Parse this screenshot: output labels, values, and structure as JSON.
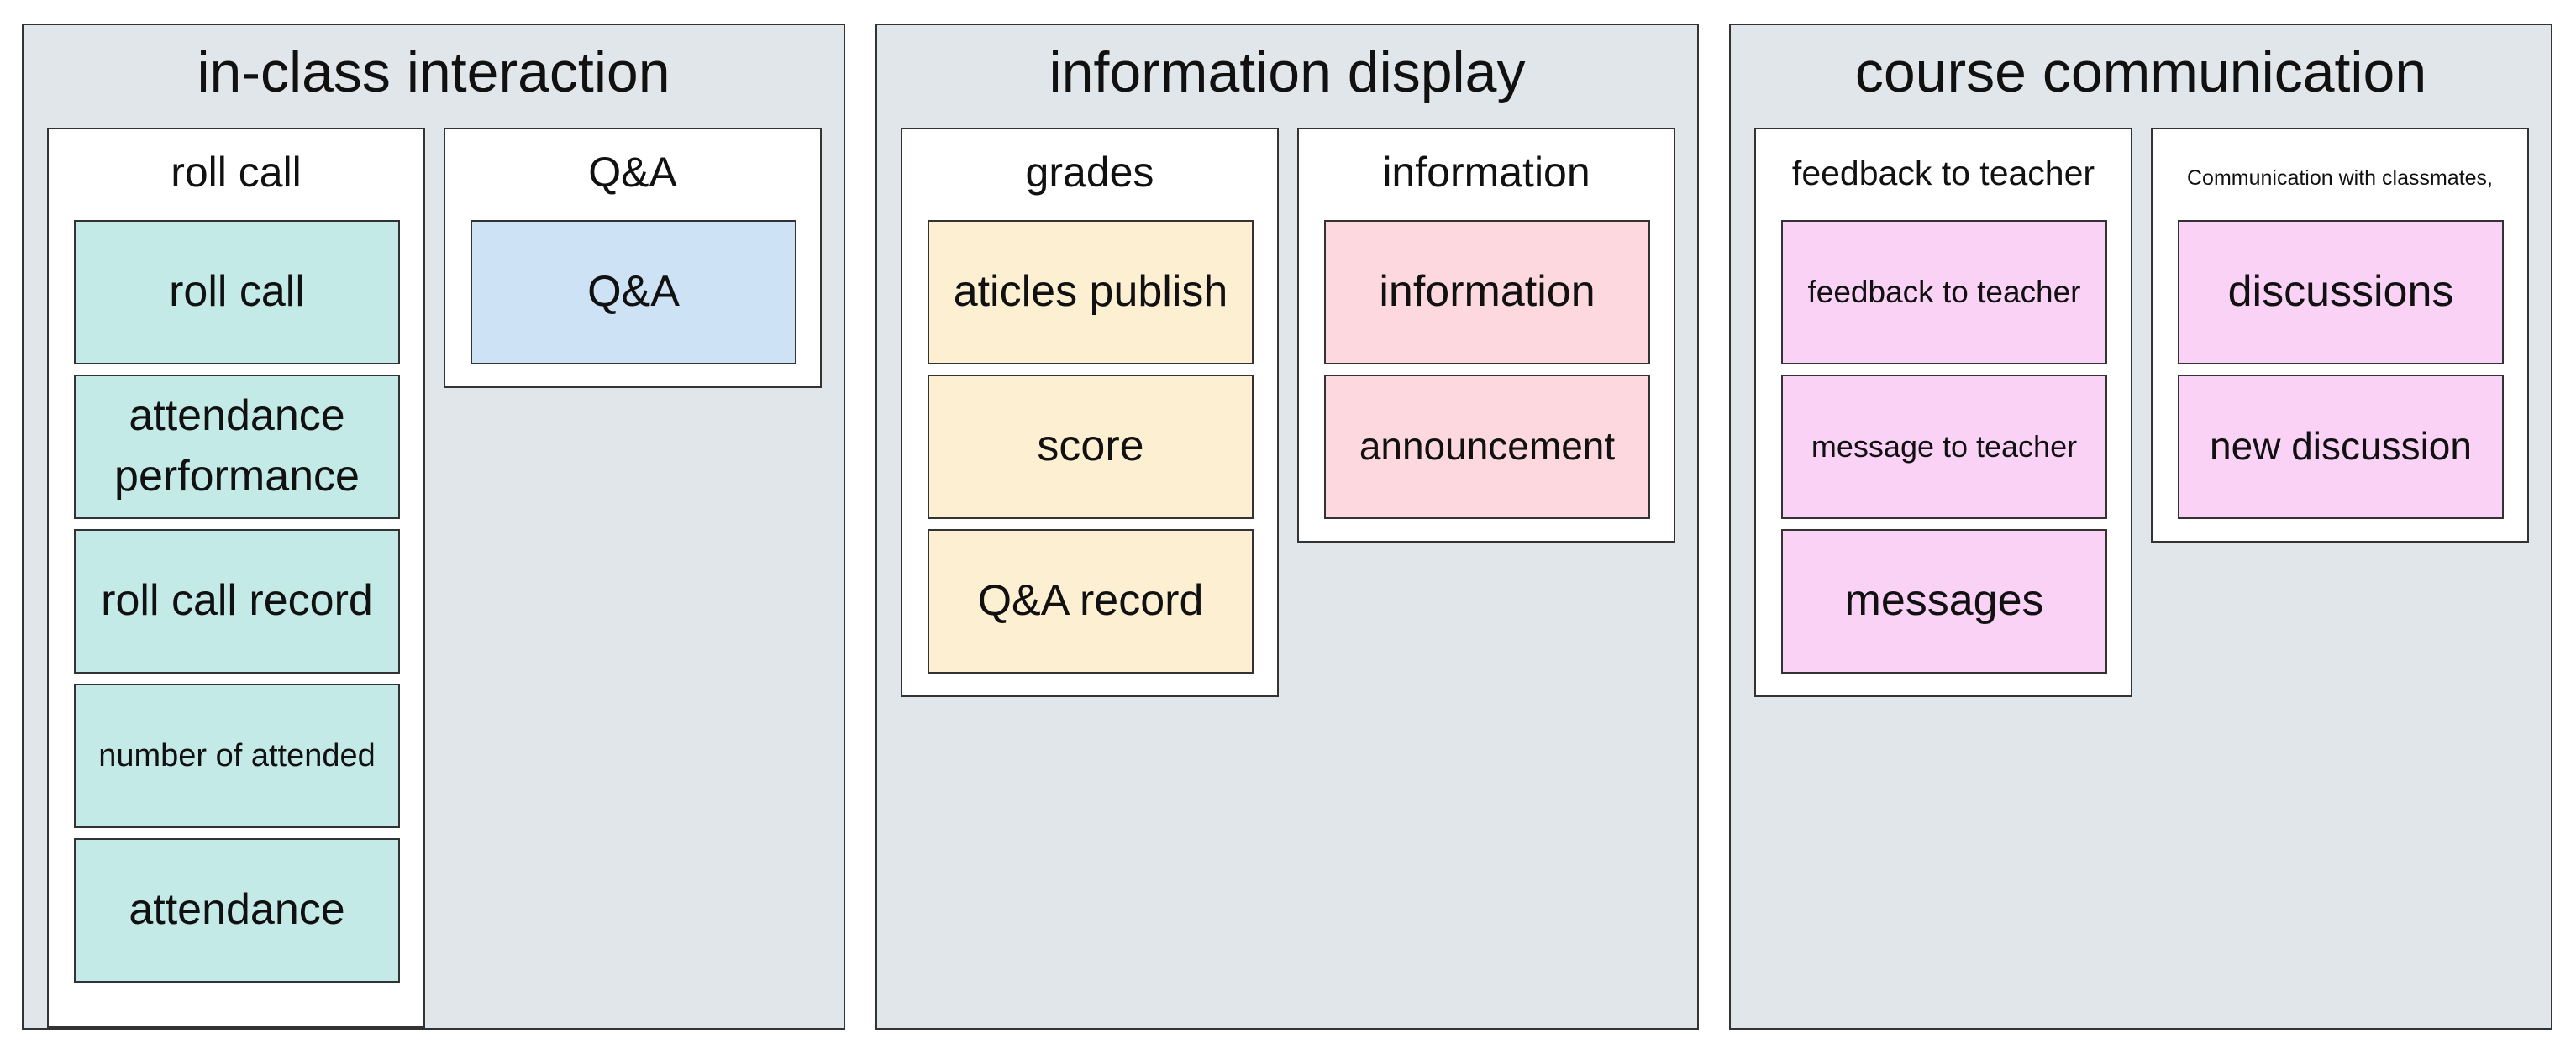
{
  "colors": {
    "panel_bg": "#e1e6ea",
    "teal": "#c3eae7",
    "blue": "#cde3f5",
    "yellow": "#fdf0d2",
    "pink": "#fdd9df",
    "magenta": "#f9d2f6"
  },
  "panels": [
    {
      "title": "in-class interaction",
      "groups": [
        {
          "title": "roll call",
          "items": [
            "roll call",
            "attendance performance",
            "roll call record",
            "number of attended",
            "attendance"
          ]
        },
        {
          "title": "Q&A",
          "items": [
            "Q&A"
          ]
        }
      ]
    },
    {
      "title": "information display",
      "groups": [
        {
          "title": "grades",
          "items": [
            "aticles publish",
            "score",
            "Q&A record"
          ]
        },
        {
          "title": "information",
          "items": [
            "information",
            "announcement"
          ]
        }
      ]
    },
    {
      "title": "course communication",
      "groups": [
        {
          "title": "feedback to teacher",
          "items": [
            "feedback to teacher",
            "message to teacher",
            "messages"
          ]
        },
        {
          "title": "Communication with classmates,",
          "items": [
            "discussions",
            "new discussion"
          ]
        }
      ]
    }
  ]
}
